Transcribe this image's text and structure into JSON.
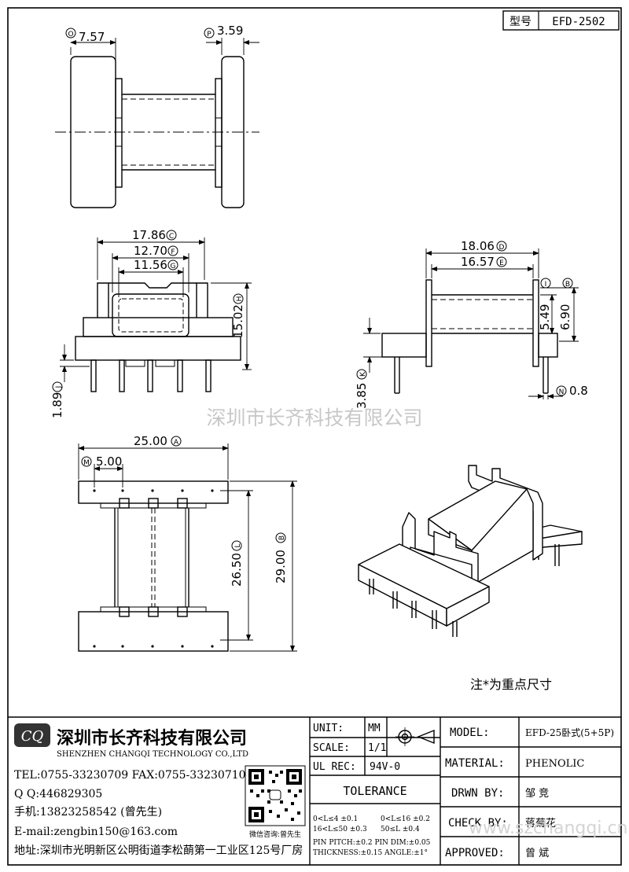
{
  "header": {
    "model_label": "型号",
    "model_value": "EFD-2502"
  },
  "dimensions": {
    "O": "7.57",
    "P": "3.59",
    "C": "17.86",
    "F": "12.70",
    "G": "11.56",
    "H": "15.02",
    "J": "1.89",
    "D": "18.06",
    "E": "16.57",
    "I": "5.49",
    "B": "6.90",
    "K": "3.85",
    "N": "0.8",
    "A": "25.00",
    "M": "5.00",
    "L": "26.50",
    "Bh": "29.00"
  },
  "dim_letters": {
    "O": "O",
    "P": "P",
    "C": "C",
    "F": "F",
    "G": "G",
    "H": "H",
    "J": "J",
    "D": "D",
    "E": "E",
    "I": "I",
    "B": "B",
    "K": "K",
    "N": "N",
    "A": "A",
    "M": "M",
    "L": "L",
    "Bh": "B"
  },
  "watermark": "深圳市长齐科技有限公司",
  "note": "注*为重点尺寸",
  "company": {
    "logo_text": "CQ",
    "name_cn": "深圳市长齐科技有限公司",
    "name_en": "SHENZHEN CHANGQI TECHNOLOGY CO.,LTD",
    "tel": "TEL:0755-33230709 FAX:0755-33230710",
    "qq": "Q Q:446829305",
    "mobile": "手机:13823258542 (曾先生)",
    "email": "E-mail:zengbin150@163.com",
    "address": "地址:深圳市光明新区公明街道李松蓢第一工业区125号厂房",
    "qr_caption": "微信咨询:曾先生"
  },
  "spec": {
    "unit_label": "UNIT:",
    "unit_value": "MM",
    "scale_label": "SCALE:",
    "scale_value": "1/1",
    "ul_label": "UL REC:",
    "ul_value": "94V-0",
    "tolerance_label": "TOLERANCE",
    "tol_1": "0<L≤4    ±0.1",
    "tol_2": "0<L≤16  ±0.2",
    "tol_3": "16<L≤50  ±0.3",
    "tol_4": "50≤L    ±0.4",
    "tol_5": "PIN PITCH:±0.2 PIN   DIM:±0.05",
    "tol_6": "THICKNESS:±0.15    ANGLE:±1°"
  },
  "info": {
    "model_label": "MODEL:",
    "model_value": "EFD-25卧式(5+5P)",
    "material_label": "MATERIAL:",
    "material_value": "PHENOLIC",
    "drawn_label": "DRWN BY:",
    "drawn_value": "邹  竞",
    "check_label": "CHECK BY:",
    "check_value": "蒋菊花",
    "approved_label": "APPROVED:",
    "approved_value": "曾  斌"
  },
  "website_watermark": "www.szchangqi.cn"
}
